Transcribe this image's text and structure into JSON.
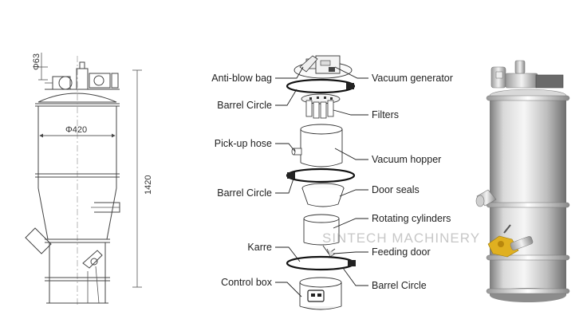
{
  "dimensions": {
    "top_pipe_diameter": "Φ63",
    "barrel_diameter": "Φ420",
    "total_height": "1420"
  },
  "labels_left": {
    "anti_blow_bag": "Anti-blow bag",
    "barrel_circle_top": "Barrel Circle",
    "pick_up_hose": "Pick-up hose",
    "barrel_circle_mid": "Barrel Circle",
    "karre": "Karre",
    "control_box": "Control box"
  },
  "labels_right": {
    "vacuum_generator": "Vacuum generator",
    "filters": "Filters",
    "vacuum_hopper": "Vacuum hopper",
    "door_seals": "Door seals",
    "rotating_cylinders": "Rotating cylinders",
    "feeding_door": "Feeding door",
    "barrel_circle_bottom": "Barrel Circle"
  },
  "watermark": "SINTECH MACHINERY",
  "colors": {
    "line": "#444444",
    "steel_light": "#e8e8e8",
    "steel_dark": "#8a8a8a",
    "valve_yellow": "#e0b020"
  }
}
